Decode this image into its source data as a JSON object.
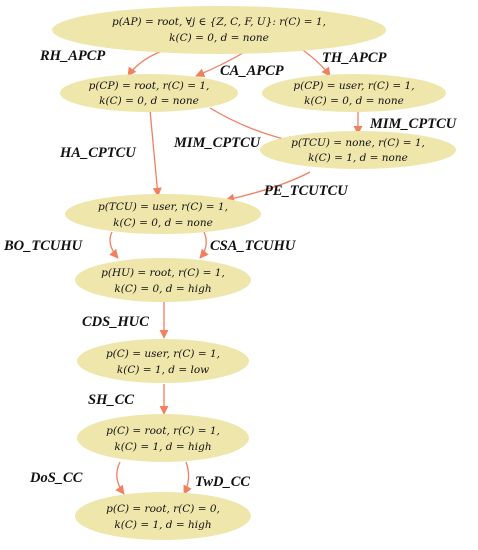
{
  "nodes": {
    "n1": {
      "line1": "p(AP) = root, ∀j ∈ {Z, C, F, U}: r(C) = 1,",
      "line2": "k(C) = 0, d = none"
    },
    "n2": {
      "line1": "p(CP) = root, r(C) = 1,",
      "line2": "k(C) = 0, d = none"
    },
    "n3": {
      "line1": "p(CP) = user, r(C) = 1,",
      "line2": "k(C) = 0, d = none"
    },
    "n4": {
      "line1": "p(TCU) = none, r(C) = 1,",
      "line2": "k(C) = 1, d = none"
    },
    "n5": {
      "line1": "p(TCU) = user, r(C) = 1,",
      "line2": "k(C) = 0, d = none"
    },
    "n6": {
      "line1": "p(HU) = root, r(C) = 1,",
      "line2": "k(C) = 0, d = high"
    },
    "n7": {
      "line1": "p(C) = user, r(C) = 1,",
      "line2": "k(C) = 1, d = low"
    },
    "n8": {
      "line1": "p(C) = root, r(C) = 1,",
      "line2": "k(C) = 1, d = high"
    },
    "n9": {
      "line1": "p(C) = root, r(C) = 0,",
      "line2": "k(C) = 1, d = high"
    }
  },
  "edges": {
    "rh_apcp": "RH_APCP",
    "ca_apcp": "CA_APCP",
    "th_apcp": "TH_APCP",
    "ha_cptcu": "HA_CPTCU",
    "mim_cptcu_left": "MIM_CPTCU",
    "mim_cptcu_right": "MIM_CPTCU",
    "pe_tcutcu": "PE_TCUTCU",
    "bo_tcuhu": "BO_TCUHU",
    "csa_tcuhu": "CSA_TCUHU",
    "cds_huc": "CDS_HUC",
    "sh_cc": "SH_CC",
    "dos_cc": "DoS_CC",
    "twd_cc": "TwD_CC"
  },
  "colors": {
    "node_fill": "#efe6ab",
    "arrow": "#f08060",
    "text": "#111111"
  }
}
